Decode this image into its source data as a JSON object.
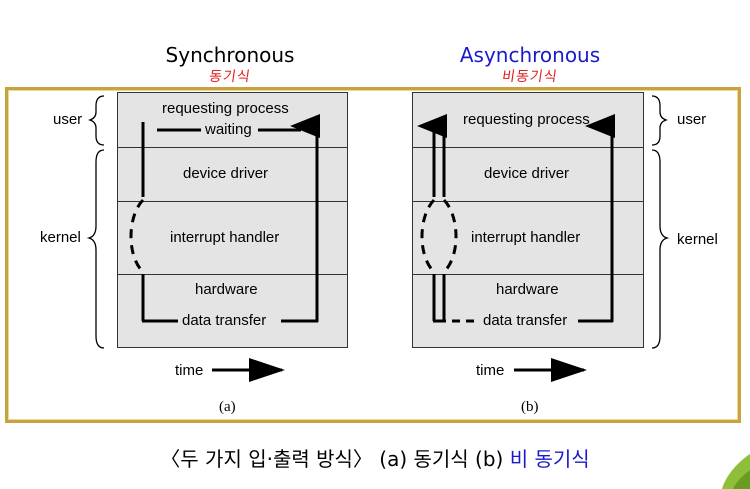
{
  "headings": {
    "sync": "Synchronous",
    "async": "Asynchronous",
    "sync_note": "동기식",
    "async_note": "비동기식"
  },
  "diagram_a": {
    "rows": [
      "requesting process",
      "waiting",
      "device driver",
      "interrupt handler",
      "hardware",
      "data transfer"
    ],
    "time_label": "time",
    "caption": "(a)"
  },
  "diagram_b": {
    "rows": [
      "requesting process",
      "device driver",
      "interrupt handler",
      "hardware",
      "data transfer"
    ],
    "time_label": "time",
    "caption": "(b)"
  },
  "side_labels": {
    "left_user": "user",
    "left_kernel": "kernel",
    "right_user": "user",
    "right_kernel": "kernel"
  },
  "caption": {
    "main": "〈두 가지 입·출력 방식〉 (a) 동기식  (b) ",
    "highlight": "비 동기식"
  },
  "colors": {
    "frame": "#c8a23b",
    "async_heading": "#1a1acc",
    "note": "#e02020",
    "box_fill": "#e4e4e4"
  }
}
